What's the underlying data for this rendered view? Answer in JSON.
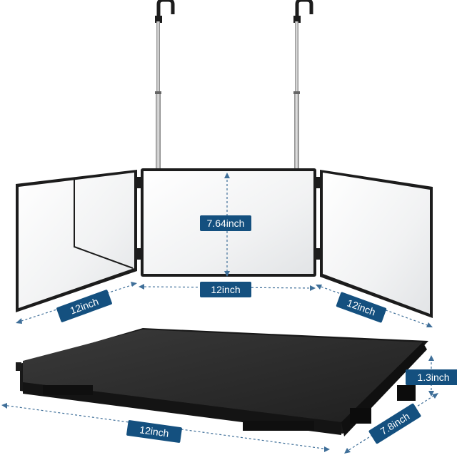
{
  "product": {
    "colors": {
      "label_bg": "#14507f",
      "label_text": "#ffffff",
      "frame": "#1c1c1c",
      "case": "#232323",
      "mirror": "#f3f4f5",
      "dim_line": "#3f6f99"
    },
    "dimensions": {
      "mirror_height": "7.64inch",
      "center_panel_width": "12inch",
      "left_panel_width": "12inch",
      "right_panel_width": "12inch",
      "case_width": "12inch",
      "case_depth": "7.8inch",
      "case_height": "1.3inch"
    }
  }
}
